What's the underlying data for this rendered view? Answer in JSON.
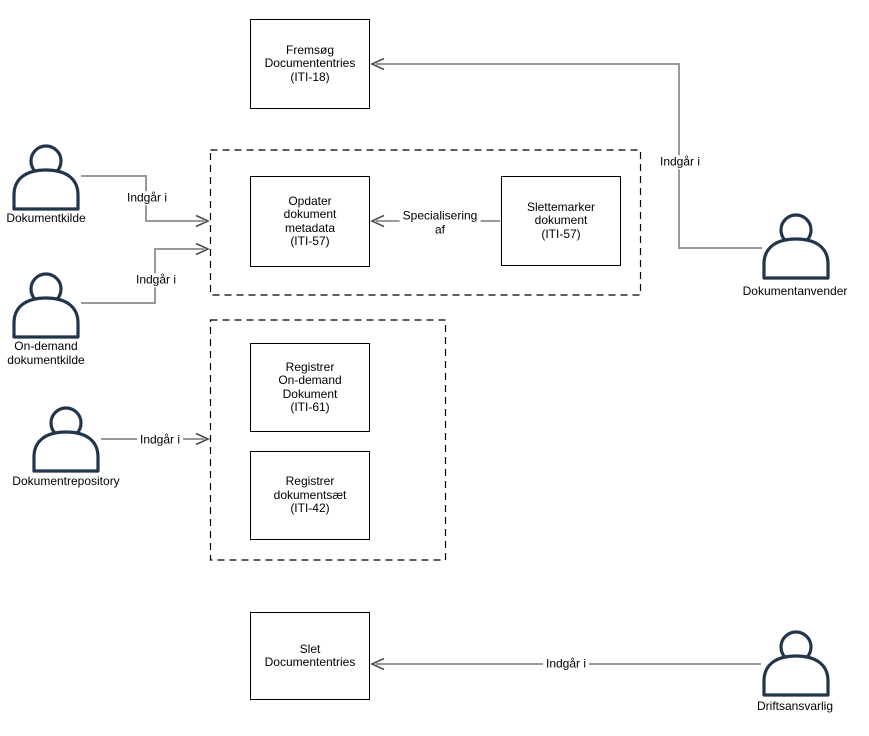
{
  "diagram": {
    "background_color": "#ffffff",
    "colors": {
      "box_border": "#000000",
      "group_border_dashed": "#000000",
      "connector_line": "#999999",
      "arrowhead": "#4d4d4d",
      "actor_stroke": "#23354c",
      "text": "#000000"
    },
    "use_cases": [
      {
        "id": "fremsog",
        "label": "Fremsøg\nDocumententries\n(ITI-18)"
      },
      {
        "id": "opdater",
        "label": "Opdater\ndokument\nmetadata\n(ITI-57)"
      },
      {
        "id": "slettemarker",
        "label": "Slettemarker\ndokument\n(ITI-57)"
      },
      {
        "id": "registrer-ondemand",
        "label": "Registrer\nOn-demand\nDokument\n(ITI-61)"
      },
      {
        "id": "registrer-dokumentsaet",
        "label": "Registrer\ndokumentsæt\n(ITI-42)"
      },
      {
        "id": "slet",
        "label": "Slet\nDocumententries"
      }
    ],
    "actors": [
      {
        "id": "dokumentkilde",
        "icon": "person-icon",
        "label": "Dokumentkilde"
      },
      {
        "id": "ondemand-dokumentkilde",
        "icon": "person-icon",
        "label": "On-demand\ndokumentkilde"
      },
      {
        "id": "dokumentrepository",
        "icon": "person-icon",
        "label": "Dokumentrepository"
      },
      {
        "id": "dokumentanvender",
        "icon": "person-icon",
        "label": "Dokumentanvender"
      },
      {
        "id": "driftsansvarlig",
        "icon": "person-icon",
        "label": "Driftsansvarlig"
      }
    ],
    "connector_labels": [
      {
        "id": "dokumentkilde-edge",
        "label": "Indgår i"
      },
      {
        "id": "ondemand-edge",
        "label": "Indgår i"
      },
      {
        "id": "repository-edge",
        "label": "Indgår i"
      },
      {
        "id": "anvender-edge",
        "label": "Indgår i"
      },
      {
        "id": "drifts-edge",
        "label": "Indgår i"
      },
      {
        "id": "specialisering-edge",
        "label": "Specialisering\naf"
      }
    ]
  }
}
